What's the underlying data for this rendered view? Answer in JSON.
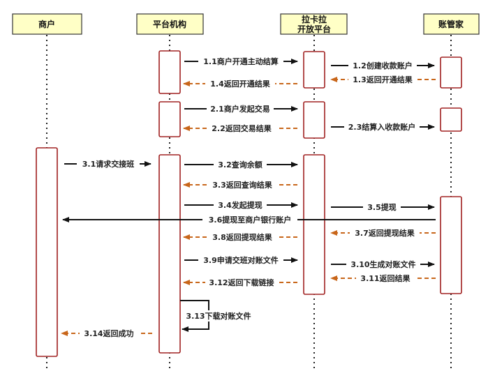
{
  "participants": [
    {
      "id": "merchant",
      "label_lines": [
        "商户"
      ]
    },
    {
      "id": "platform",
      "label_lines": [
        "平台机构"
      ]
    },
    {
      "id": "lakala",
      "label_lines": [
        "拉卡拉",
        "开放平台"
      ]
    },
    {
      "id": "ledger",
      "label_lines": [
        "账管家"
      ]
    }
  ],
  "messages": [
    {
      "label": "1.1商户开通主动结算",
      "from": "platform",
      "to": "lakala",
      "kind": "call"
    },
    {
      "label": "1.2创建收款账户",
      "from": "lakala",
      "to": "ledger",
      "kind": "call"
    },
    {
      "label": "1.3返回开通结果",
      "from": "ledger",
      "to": "lakala",
      "kind": "return"
    },
    {
      "label": "1.4返回开通结果",
      "from": "lakala",
      "to": "platform",
      "kind": "return"
    },
    {
      "label": "2.1商户发起交易",
      "from": "platform",
      "to": "lakala",
      "kind": "call"
    },
    {
      "label": "2.2返回交易结果",
      "from": "lakala",
      "to": "platform",
      "kind": "return"
    },
    {
      "label": "2.3结算入收款账户",
      "from": "lakala",
      "to": "ledger",
      "kind": "call"
    },
    {
      "label": "3.1请求交接班",
      "from": "merchant",
      "to": "platform",
      "kind": "call"
    },
    {
      "label": "3.2查询余额",
      "from": "platform",
      "to": "lakala",
      "kind": "call"
    },
    {
      "label": "3.3返回查询结果",
      "from": "lakala",
      "to": "platform",
      "kind": "return"
    },
    {
      "label": "3.4发起提现",
      "from": "platform",
      "to": "lakala",
      "kind": "call"
    },
    {
      "label": "3.5提现",
      "from": "lakala",
      "to": "ledger",
      "kind": "call"
    },
    {
      "label": "3.6提现至商户银行账户",
      "from": "ledger",
      "to": "merchant",
      "kind": "call"
    },
    {
      "label": "3.7返回提现结果",
      "from": "ledger",
      "to": "lakala",
      "kind": "return"
    },
    {
      "label": "3.8返回提现结果",
      "from": "lakala",
      "to": "platform",
      "kind": "return"
    },
    {
      "label": "3.9申请交班对账文件",
      "from": "platform",
      "to": "lakala",
      "kind": "call"
    },
    {
      "label": "3.10生成对账文件",
      "from": "lakala",
      "to": "ledger",
      "kind": "call"
    },
    {
      "label": "3.11返回结果",
      "from": "ledger",
      "to": "lakala",
      "kind": "return"
    },
    {
      "label": "3.12返回下载链接",
      "from": "lakala",
      "to": "platform",
      "kind": "return"
    },
    {
      "label": "3.13下载对账文件",
      "from": "platform",
      "to": "platform",
      "kind": "self"
    },
    {
      "label": "3.14返回成功",
      "from": "platform",
      "to": "merchant",
      "kind": "return"
    }
  ],
  "colors": {
    "actor_fill": "#ffffc6",
    "activation_border": "#a02020",
    "call_arrow": "#111111",
    "return_arrow": "#c8661a"
  }
}
